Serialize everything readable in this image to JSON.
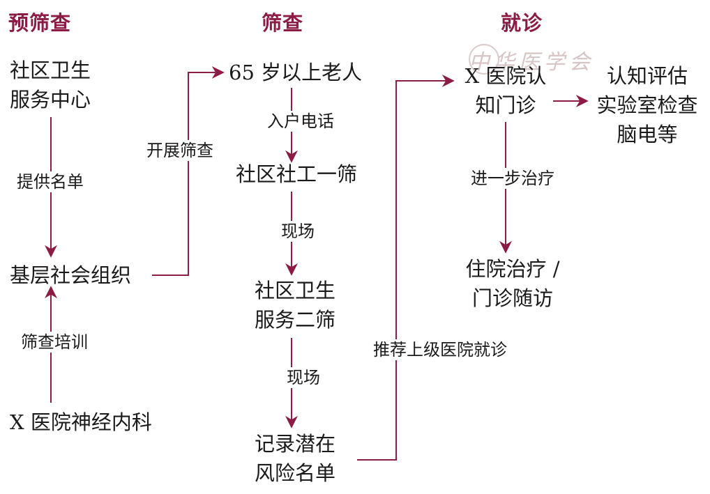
{
  "headers": {
    "pre_screening": "预筛查",
    "screening": "筛查",
    "visit": "就诊"
  },
  "nodes": {
    "community_center": [
      "社区卫生",
      "服务中心"
    ],
    "grassroots_org": "基层社会组织",
    "neuro_dept": "X 医院神经内科",
    "elderly": "65 岁以上老人",
    "social_worker": "社区社工一筛",
    "community_second": [
      "社区卫生",
      "服务二筛"
    ],
    "record_risk": [
      "记录潜在",
      "风险名单"
    ],
    "memory_clinic": [
      "X 医院认",
      "知门诊"
    ],
    "assessment": [
      "认知评估",
      "实验室检查",
      "脑电等"
    ],
    "inpatient": [
      "住院治疗 /",
      "门诊随访"
    ]
  },
  "edge_labels": {
    "provide_list": "提供名单",
    "screening_training": "筛查培训",
    "start_screening": "开展筛查",
    "phone_call": "入户电话",
    "onsite_1": "现场",
    "onsite_2": "现场",
    "refer": "推荐上级医院就诊",
    "further_treatment": "进一步治疗"
  },
  "watermark": "中华医学会",
  "colors": {
    "accent": "#8c1c45",
    "text": "#1a1a1a"
  }
}
